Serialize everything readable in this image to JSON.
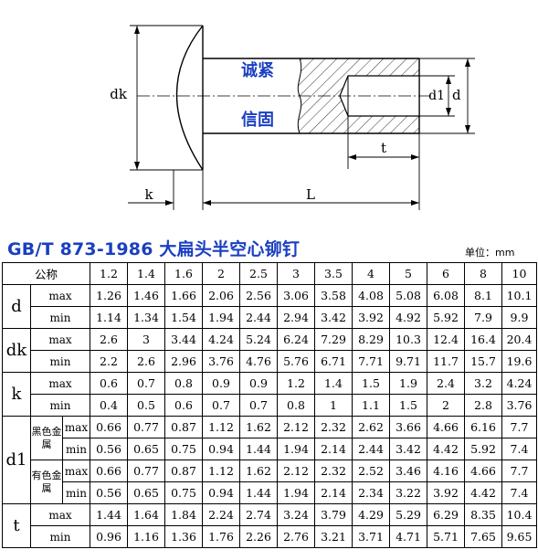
{
  "drawing": {
    "dim_dk": "dk",
    "dim_d1": "d1",
    "dim_d": "d",
    "dim_t": "t",
    "dim_k": "k",
    "dim_L": "L",
    "watermark_line1": "诚紧",
    "watermark_line2": "信固"
  },
  "header": {
    "title": "GB/T 873-1986  大扁头半空心铆钉",
    "unit": "单位：mm"
  },
  "table": {
    "spec_label": "公称",
    "sizes": [
      "1.2",
      "1.4",
      "1.6",
      "2",
      "2.5",
      "3",
      "3.5",
      "4",
      "5",
      "6",
      "8",
      "10"
    ],
    "d_label": "d",
    "dk_label": "dk",
    "k_label": "k",
    "d1_label": "d1",
    "t_label": "t",
    "max_label": "max",
    "min_label": "min",
    "black_metal": "黑色金属",
    "nonferrous_metal": "有色金属",
    "d_max": [
      "1.26",
      "1.46",
      "1.66",
      "2.06",
      "2.56",
      "3.06",
      "3.58",
      "4.08",
      "5.08",
      "6.08",
      "8.1",
      "10.1"
    ],
    "d_min": [
      "1.14",
      "1.34",
      "1.54",
      "1.94",
      "2.44",
      "2.94",
      "3.42",
      "3.92",
      "4.92",
      "5.92",
      "7.9",
      "9.9"
    ],
    "dk_max": [
      "2.6",
      "3",
      "3.44",
      "4.24",
      "5.24",
      "6.24",
      "7.29",
      "8.29",
      "10.3",
      "12.4",
      "16.4",
      "20.4"
    ],
    "dk_min": [
      "2.2",
      "2.6",
      "2.96",
      "3.76",
      "4.76",
      "5.76",
      "6.71",
      "7.71",
      "9.71",
      "11.7",
      "15.7",
      "19.6"
    ],
    "k_max": [
      "0.6",
      "0.7",
      "0.8",
      "0.9",
      "0.9",
      "1.2",
      "1.4",
      "1.5",
      "1.9",
      "2.4",
      "3.2",
      "4.24"
    ],
    "k_min": [
      "0.4",
      "0.5",
      "0.6",
      "0.7",
      "0.7",
      "0.8",
      "1",
      "1.1",
      "1.5",
      "2",
      "2.8",
      "3.76"
    ],
    "d1_black_max": [
      "0.66",
      "0.77",
      "0.87",
      "1.12",
      "1.62",
      "2.12",
      "2.32",
      "2.62",
      "3.66",
      "4.66",
      "6.16",
      "7.7"
    ],
    "d1_black_min": [
      "0.56",
      "0.65",
      "0.75",
      "0.94",
      "1.44",
      "1.94",
      "2.14",
      "2.44",
      "3.42",
      "4.42",
      "5.92",
      "7.4"
    ],
    "d1_nonferrous_max": [
      "0.66",
      "0.77",
      "0.87",
      "1.12",
      "1.62",
      "2.12",
      "2.32",
      "2.52",
      "3.46",
      "4.16",
      "4.66",
      "7.7"
    ],
    "d1_nonferrous_min": [
      "0.56",
      "0.65",
      "0.75",
      "0.94",
      "1.44",
      "1.94",
      "2.14",
      "2.34",
      "3.22",
      "3.92",
      "4.42",
      "7.4"
    ],
    "t_max": [
      "1.44",
      "1.64",
      "1.84",
      "2.24",
      "2.74",
      "3.24",
      "3.79",
      "4.29",
      "5.29",
      "6.29",
      "8.35",
      "10.4"
    ],
    "t_min": [
      "0.96",
      "1.16",
      "1.36",
      "1.76",
      "2.26",
      "2.76",
      "3.21",
      "3.71",
      "4.71",
      "5.71",
      "7.65",
      "9.65"
    ]
  }
}
